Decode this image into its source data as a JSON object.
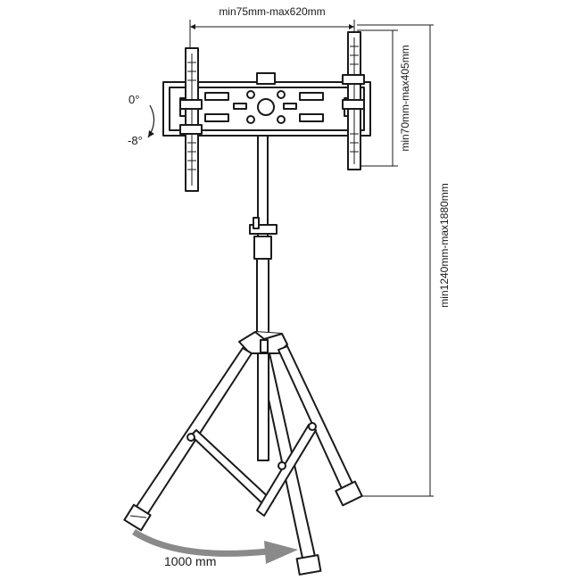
{
  "dimensions": {
    "width_range": "min75mm-max620mm",
    "height_range": "min70mm-max405mm",
    "total_height_range": "min1240mm-max1880mm",
    "footprint": "1000 mm"
  },
  "tilt": {
    "upper": "0°",
    "lower": "-8°"
  },
  "colors": {
    "line": "#1a1a1a",
    "arrow": "#8a8a8a",
    "background": "#ffffff"
  }
}
